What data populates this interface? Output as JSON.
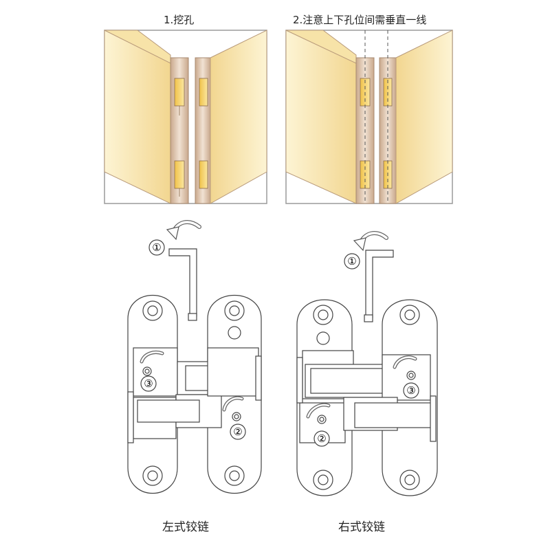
{
  "step1": {
    "label": "1.挖孔"
  },
  "step2": {
    "label": "2.注意上下孔位间需垂直一线"
  },
  "left_hinge": {
    "label": "左式铰链",
    "markers": [
      "①",
      "②",
      "③"
    ]
  },
  "right_hinge": {
    "label": "右式铰链",
    "markers": [
      "①",
      "②",
      "③"
    ]
  },
  "colors": {
    "panel_light": "#fdf3cf",
    "panel_mid": "#f5dc9a",
    "panel_dark": "#e3b86a",
    "edge": "#d9b99a",
    "slot": "#f7d56a",
    "frame": "#9a9a9a"
  }
}
